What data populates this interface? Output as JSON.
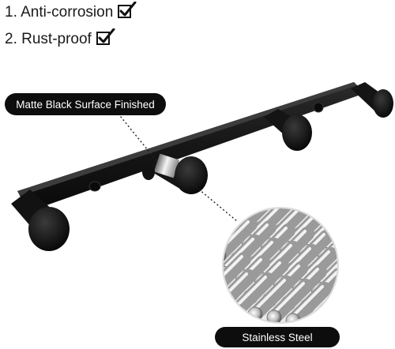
{
  "features": [
    {
      "label": "1. Anti-corrosion",
      "icon": "checkbox-checked-icon"
    },
    {
      "label": "2. Rust-proof",
      "icon": "checkbox-checked-icon"
    }
  ],
  "callouts": {
    "surface": "Matte Black Surface Finished",
    "material": "Stainless Steel"
  },
  "colors": {
    "rail": "#141414",
    "pill": "#0d0d0d",
    "steel": "#c9c9c9"
  }
}
